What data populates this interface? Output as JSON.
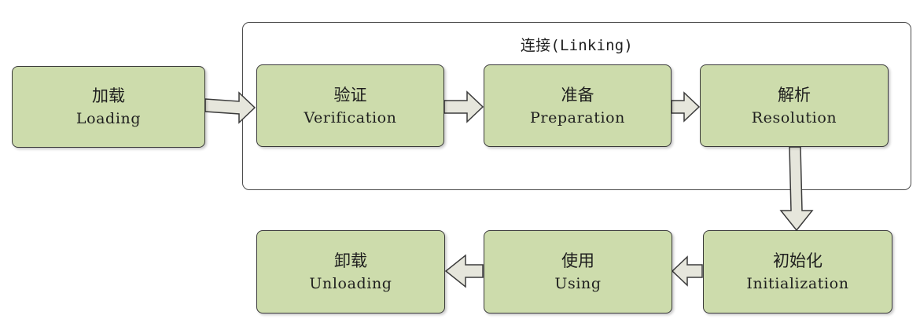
{
  "linking": {
    "title": "连接(Linking)"
  },
  "stages": {
    "loading": {
      "zh": "加载",
      "en": "Loading"
    },
    "verification": {
      "zh": "验证",
      "en": "Verification"
    },
    "preparation": {
      "zh": "准备",
      "en": "Preparation"
    },
    "resolution": {
      "zh": "解析",
      "en": "Resolution"
    },
    "initialization": {
      "zh": "初始化",
      "en": "Initialization"
    },
    "using": {
      "zh": "使用",
      "en": "Using"
    },
    "unloading": {
      "zh": "卸载",
      "en": "Unloading"
    }
  },
  "colors": {
    "stage_fill": "#cddcac",
    "arrow_fill": "#e6e6dc",
    "stroke": "#3a3a3a"
  }
}
